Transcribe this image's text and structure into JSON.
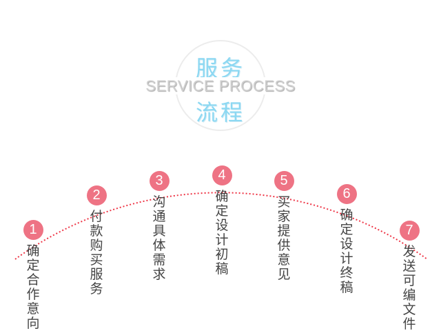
{
  "header": {
    "title_top": "服务",
    "title_en": "SERVICE PROCESS",
    "title_bottom": "流程"
  },
  "accent_color": "#ee7384",
  "steps": [
    {
      "num": "1",
      "label": "确定合作意向"
    },
    {
      "num": "2",
      "label": "付款购买服务"
    },
    {
      "num": "3",
      "label": "沟通具体需求"
    },
    {
      "num": "4",
      "label": "确定设计初稿"
    },
    {
      "num": "5",
      "label": "买家提供意见"
    },
    {
      "num": "6",
      "label": "确定设计终稿"
    },
    {
      "num": "7",
      "label": "发送可编文件"
    }
  ]
}
